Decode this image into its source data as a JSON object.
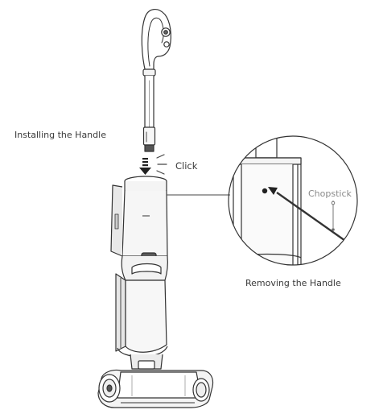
{
  "labels": {
    "installing": "Installing the Handle",
    "click": "Click",
    "chopstick": "Chopstick",
    "removing": "Removing the Handle"
  },
  "colors": {
    "line": "#333333",
    "body_fill": "#f4f4f4",
    "dark_fill": "#5a5a5a",
    "label_text": "#3a3a3a",
    "chopstick_label": "#8a8a8a"
  }
}
